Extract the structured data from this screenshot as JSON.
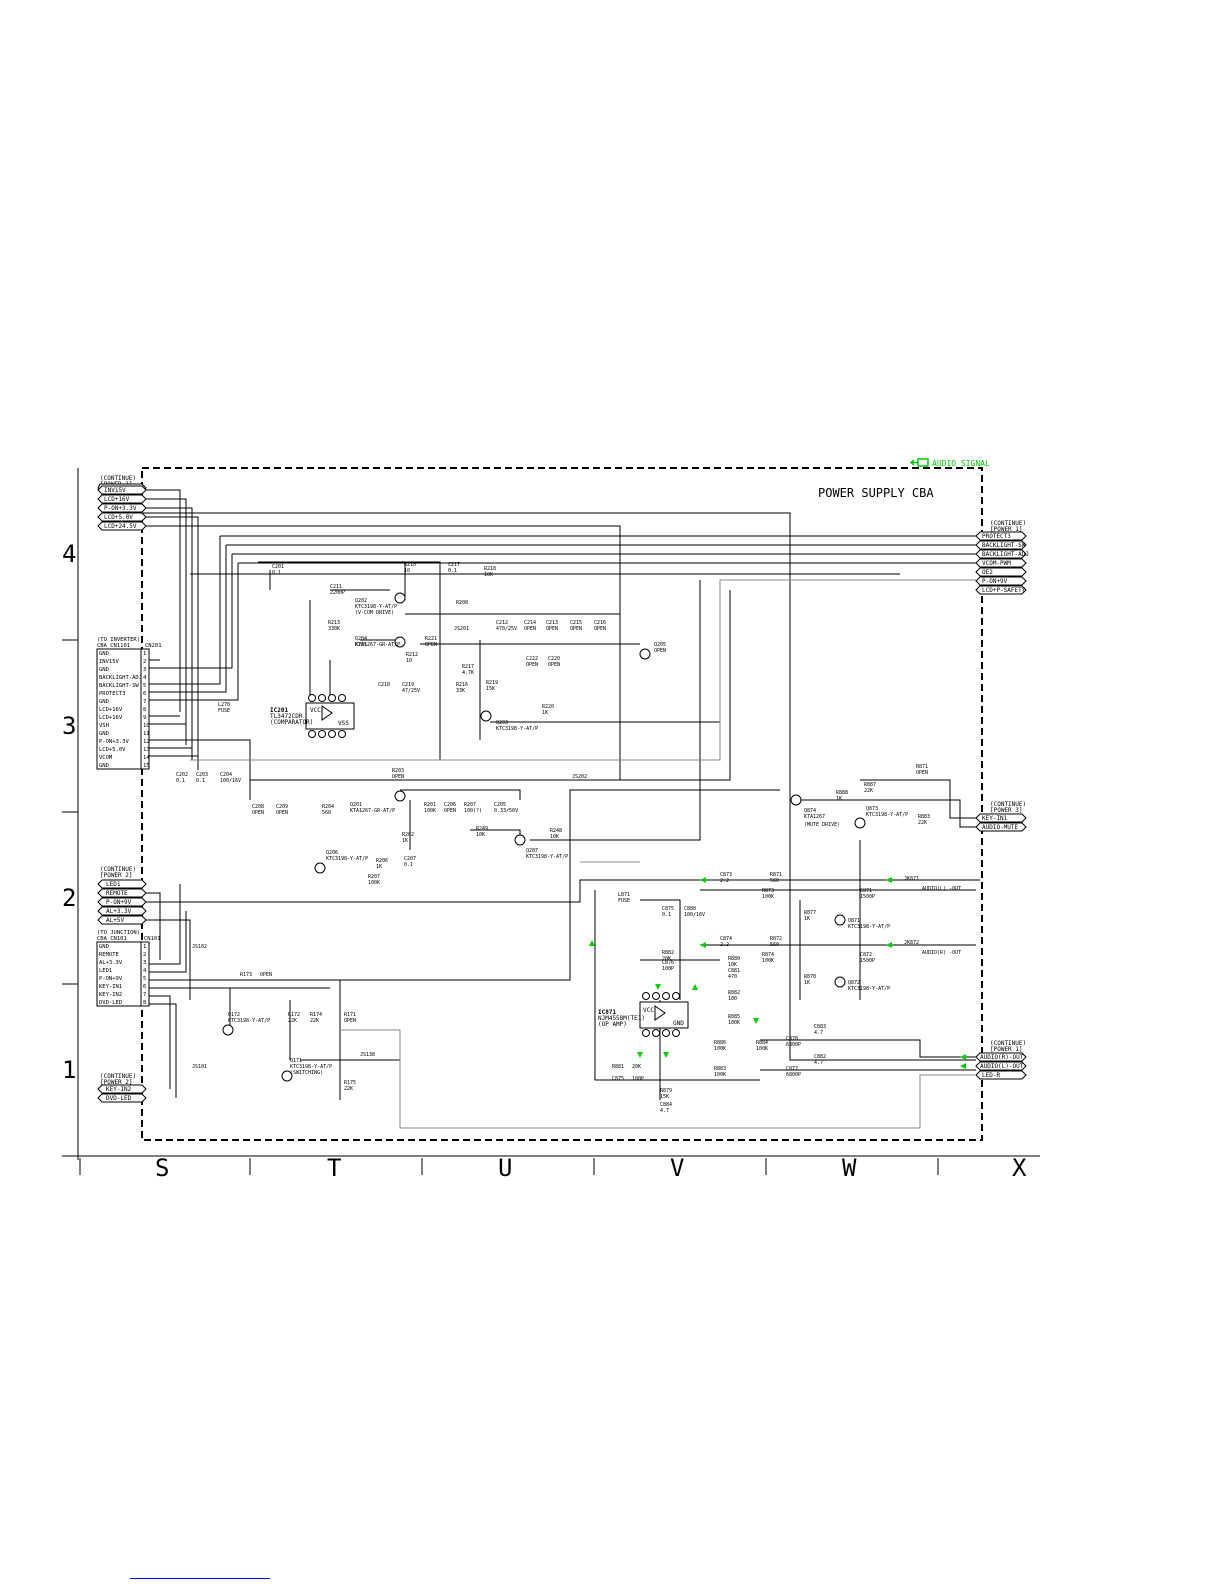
{
  "title": "POWER SUPPLY CBA",
  "audio_signal_legend": "AUDIO SIGNAL",
  "colors": {
    "audio": "#00cc00",
    "wire": "#000000",
    "wire_gray": "#888888"
  },
  "row_labels": [
    "4",
    "3",
    "2",
    "1"
  ],
  "col_labels": [
    "S",
    "T",
    "U",
    "V",
    "W",
    "X"
  ],
  "left_top": {
    "title": "(CONTINUE)",
    "sub": "[POWER 1]",
    "pins": [
      "INV15V",
      "LCD+16V",
      "P-ON+3.3V",
      "LCD+5.0V",
      "LCD+24.5V"
    ]
  },
  "inverter": {
    "title": "(TO INVERTER)",
    "sub": "CBA CN1101",
    "ref": "CN201",
    "pins": [
      "GND",
      "INV15V",
      "GND",
      "BACKLIGHT-ADJ",
      "BACKLIGHT-SW",
      "PROTECT3",
      "GND",
      "LCD+16V",
      "LCD+16V",
      "VSH",
      "GND",
      "P-ON+3.3V",
      "LCD+5.0V",
      "VCOM",
      "GND"
    ],
    "nums": [
      "1",
      "2",
      "3",
      "4",
      "5",
      "6",
      "7",
      "8",
      "9",
      "10",
      "11",
      "12",
      "13",
      "14",
      "15"
    ]
  },
  "left_mid": {
    "title": "(CONTINUE)",
    "sub": "[POWER 2]",
    "pins": [
      "LED1",
      "REMOTE",
      "P-ON+9V",
      "AL+3.3V",
      "AL+5V"
    ]
  },
  "junction": {
    "title": "(TO JUNCTION)",
    "sub": "CBA CN101",
    "ref": "CN101",
    "pins": [
      "GND",
      "REMOTE",
      "AL+3.3V",
      "LED1",
      "P-ON+9V",
      "KEY-IN1",
      "KEY-IN2",
      "DVD-LED"
    ],
    "nums": [
      "1",
      "2",
      "3",
      "4",
      "5",
      "6",
      "7",
      "8"
    ]
  },
  "left_bot": {
    "title": "(CONTINUE)",
    "sub": "[POWER 2]",
    "pins": [
      "KEY-IN2",
      "DVD-LED"
    ]
  },
  "right_top": {
    "title": "(CONTINUE)",
    "sub": "[POWER 1]",
    "pins": [
      "PROTECT3",
      "BACKLIGHT-SW",
      "BACKLIGHT-ADJ",
      "VCOM-PWM",
      "OE2",
      "P-ON+9V",
      "LCD+P-SAFETY"
    ]
  },
  "right_mid": {
    "title": "(CONTINUE)",
    "sub": "[POWER 3]",
    "pins": [
      "KEY-IN1",
      "AUDIO-MUTE"
    ]
  },
  "right_bot": {
    "title": "(CONTINUE)",
    "sub": "[POWER 1]",
    "pins": [
      "AUDIO(R)-OUT",
      "AUDIO(L)-OUT",
      "LED-R"
    ]
  },
  "ic201": {
    "ref": "IC201",
    "part": "TL3472CDR",
    "role": "(COMPARATOR)",
    "vcc": "VCC",
    "vss": "VSS"
  },
  "ic871": {
    "ref": "IC871",
    "part": "NJM4558M(TE1)",
    "role": "(OP AMP)",
    "vcc": "VCC",
    "gnd": "GND"
  },
  "labels": [
    {
      "t": "C201",
      "s": "0.1"
    },
    {
      "t": "C211",
      "s": "2200P"
    },
    {
      "t": "Q202",
      "s": "KTC3198-Y-AT/P"
    },
    {
      "t": "(V-COM DRIVE)",
      "s": ""
    },
    {
      "t": "R210",
      "s": "10"
    },
    {
      "t": "C217",
      "s": "0.1"
    },
    {
      "t": "R218",
      "s": "10K"
    },
    {
      "t": "R208",
      "s": ""
    },
    {
      "t": "R213",
      "s": "330K"
    },
    {
      "t": "Q204",
      "s": "KTA1267-GR-AT/P"
    },
    {
      "t": "R205",
      "s": "OPEN"
    },
    {
      "t": "R221",
      "s": "OPEN"
    },
    {
      "t": "C212",
      "s": "470/25V"
    },
    {
      "t": "C214",
      "s": "OPEN"
    },
    {
      "t": "C213",
      "s": "OPEN"
    },
    {
      "t": "C215",
      "s": "OPEN"
    },
    {
      "t": "C216",
      "s": "OPEN"
    },
    {
      "t": "Q205",
      "s": "OPEN"
    },
    {
      "t": "R212",
      "s": "10"
    },
    {
      "t": "C222",
      "s": "OPEN"
    },
    {
      "t": "C220",
      "s": "OPEN"
    },
    {
      "t": "R217",
      "s": "4.7K"
    },
    {
      "t": "R216",
      "s": "33K"
    },
    {
      "t": "R219",
      "s": "15K"
    },
    {
      "t": "C218",
      "s": ""
    },
    {
      "t": "C219",
      "s": "47/25V"
    },
    {
      "t": "R220",
      "s": "1K"
    },
    {
      "t": "Q203",
      "s": "KTC3198-Y-AT/P"
    },
    {
      "t": "L270",
      "s": "FUSE"
    },
    {
      "t": "R203",
      "s": "OPEN"
    },
    {
      "t": "Q201",
      "s": "KTA1267-GR-AT/P"
    },
    {
      "t": "C208",
      "s": "OPEN"
    },
    {
      "t": "C209",
      "s": "OPEN"
    },
    {
      "t": "R204",
      "s": "560"
    },
    {
      "t": "R201",
      "s": "100K"
    },
    {
      "t": "C206",
      "s": "OPEN"
    },
    {
      "t": "R207",
      "s": "100(?)"
    },
    {
      "t": "C205",
      "s": "0.33/50V"
    },
    {
      "t": "R202",
      "s": "1K"
    },
    {
      "t": "C207",
      "s": "0.1"
    },
    {
      "t": "R249",
      "s": "10K"
    },
    {
      "t": "R248",
      "s": "10K"
    },
    {
      "t": "Q207",
      "s": "KTC3198-Y-AT/P"
    },
    {
      "t": "Q206",
      "s": "KTC3198-Y-AT/P"
    },
    {
      "t": "R206",
      "s": "1K"
    },
    {
      "t": "R207",
      "s": "100K"
    },
    {
      "t": "JS202",
      "s": ""
    },
    {
      "t": "JS201",
      "s": ""
    },
    {
      "t": "R871",
      "s": "OPEN"
    },
    {
      "t": "R888",
      "s": "1K"
    },
    {
      "t": "R887",
      "s": "22K"
    },
    {
      "t": "Q874",
      "s": "KTA1267"
    },
    {
      "t": "Q873",
      "s": "KTC3198-Y-AT/P"
    },
    {
      "t": "R883",
      "s": "22K"
    },
    {
      "t": "(MUTE DRIVE)",
      "s": ""
    },
    {
      "t": "C873",
      "s": "2.2"
    },
    {
      "t": "R871",
      "s": "560"
    },
    {
      "t": "R873",
      "s": "100K"
    },
    {
      "t": "C871",
      "s": "1500P"
    },
    {
      "t": "JK871",
      "s": "AUDIO(L) -OUT"
    },
    {
      "t": "L871",
      "s": "FUSE"
    },
    {
      "t": "C875",
      "s": "0.1"
    },
    {
      "t": "C880",
      "s": "100/16V"
    },
    {
      "t": "R877",
      "s": "1K"
    },
    {
      "t": "Q871",
      "s": "KTC3198-Y-AT/P"
    },
    {
      "t": "C874",
      "s": "2.2"
    },
    {
      "t": "R872",
      "s": "560"
    },
    {
      "t": "R874",
      "s": "100K"
    },
    {
      "t": "C872",
      "s": "1500P"
    },
    {
      "t": "JK872",
      "s": "AUDIO(R) -OUT"
    },
    {
      "t": "R882",
      "s": "20K"
    },
    {
      "t": "C876",
      "s": "100P"
    },
    {
      "t": "R880",
      "s": "10K"
    },
    {
      "t": "C881",
      "s": "470"
    },
    {
      "t": "R878",
      "s": "1K"
    },
    {
      "t": "Q872",
      "s": "KTC3198-Y-AT/P"
    },
    {
      "t": "R882",
      "s": "100"
    },
    {
      "t": "R885",
      "s": "100K"
    },
    {
      "t": "C883",
      "s": "4.7"
    },
    {
      "t": "R886",
      "s": "100K"
    },
    {
      "t": "R884",
      "s": "100K"
    },
    {
      "t": "C878",
      "s": "6800P"
    },
    {
      "t": "R881",
      "s": "20K"
    },
    {
      "t": "C875",
      "s": "100P"
    },
    {
      "t": "R883",
      "s": "100K"
    },
    {
      "t": "C877",
      "s": "6800P"
    },
    {
      "t": "C882",
      "s": "4.7"
    },
    {
      "t": "R879",
      "s": "15K"
    },
    {
      "t": "C884",
      "s": "4.7"
    },
    {
      "t": "Q172",
      "s": "KTC3198-Y-AT/P"
    },
    {
      "t": "R172",
      "s": "22K"
    },
    {
      "t": "R174",
      "s": "22K"
    },
    {
      "t": "R171",
      "s": "OPEN"
    },
    {
      "t": "R173",
      "s": "OPEN"
    },
    {
      "t": "Q171",
      "s": "KTC3198-Y-AT/P"
    },
    {
      "t": "(SWITCHING)",
      "s": ""
    },
    {
      "t": "R175",
      "s": "22K"
    },
    {
      "t": "JS102",
      "s": ""
    },
    {
      "t": "JS101",
      "s": ""
    },
    {
      "t": "JS138",
      "s": ""
    },
    {
      "t": "C202",
      "s": "0.1"
    },
    {
      "t": "C203",
      "s": "0.1"
    },
    {
      "t": "C204",
      "s": "100/16V"
    }
  ]
}
